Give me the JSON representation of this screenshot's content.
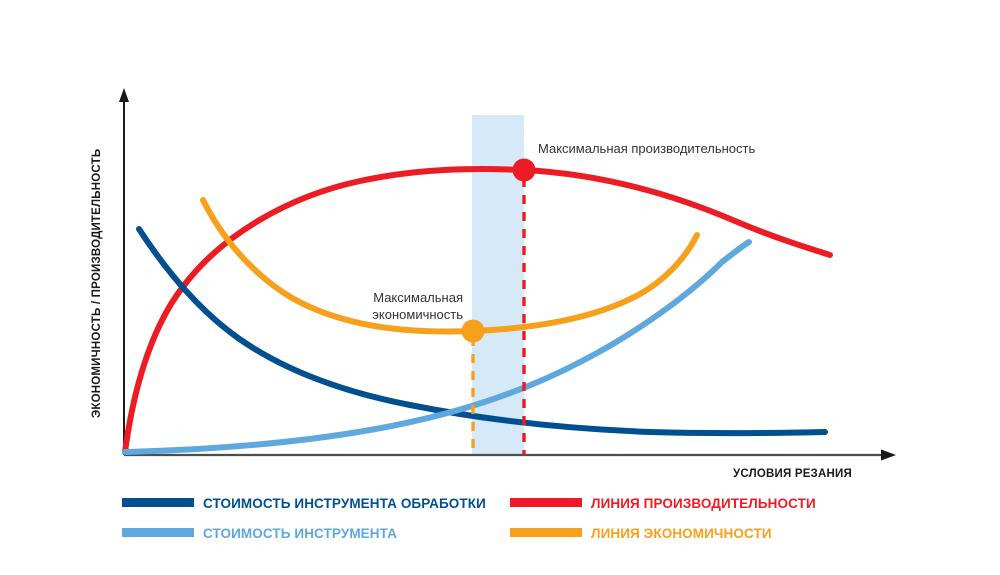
{
  "chart_data": {
    "type": "line",
    "title": "",
    "xlabel": "УСЛОВИЯ РЕЗАНИЯ",
    "ylabel": "ЭКОНОМИЧНОСТЬ / ПРОИЗВОДИТЕЛЬНОСТЬ",
    "xlim": [
      0,
      100
    ],
    "ylim": [
      0,
      100
    ],
    "grid": false,
    "legend_position": "bottom",
    "axes_style": "arrow-axes-no-ticks",
    "series": [
      {
        "name": "СТОИМОСТЬ ИНСТРУМЕНТА ОБРАБОТКИ",
        "color": "#00508F",
        "shape": "decaying-convex",
        "x": [
          2,
          8,
          16,
          26,
          38,
          50,
          62,
          74,
          86,
          100
        ],
        "values": [
          62,
          51,
          41,
          32,
          25,
          20,
          16,
          13.5,
          12,
          11.5
        ]
      },
      {
        "name": "СТОИМОСТЬ ИНСТРУМЕНТА",
        "color": "#5FA8DE",
        "shape": "rising-convex",
        "x": [
          0,
          12,
          24,
          36,
          48,
          58,
          68,
          76,
          84,
          89
        ],
        "values": [
          1,
          2,
          4,
          7,
          12,
          18,
          27,
          40,
          56,
          69
        ]
      },
      {
        "name": "ЛИНИЯ ПРОИЗВОДИТЕЛЬНОСТИ",
        "color": "#EC1C24",
        "shape": "concave-peak",
        "x": [
          0,
          6,
          14,
          24,
          34,
          44,
          52,
          60,
          70,
          80,
          90,
          98
        ],
        "values": [
          0,
          30,
          52,
          67,
          76,
          81,
          83,
          82.5,
          80,
          75,
          69,
          63
        ]
      },
      {
        "name": "ЛИНИЯ ЭКОНОМИЧНОСТИ",
        "color": "#F7A01C",
        "shape": "convex-minimum",
        "x": [
          10,
          18,
          26,
          34,
          42,
          47,
          54,
          62,
          70,
          78
        ],
        "values": [
          78,
          64,
          52,
          43,
          37,
          35,
          35.5,
          39,
          50,
          64
        ]
      }
    ],
    "markers": [
      {
        "name": "Максимальная производительность",
        "label_lines": [
          "Максимальная производительность"
        ],
        "color": "#EC1C24",
        "x": 52,
        "y": 83,
        "dashed_dropline": true
      },
      {
        "name": "Максимальная экономичность",
        "label_lines": [
          "Максимальная",
          "экономичность"
        ],
        "color": "#F7A01C",
        "x": 45.5,
        "y": 35,
        "dashed_dropline": true
      }
    ],
    "shaded_band": {
      "name": "optimal-zone",
      "color": "#D6E9F8",
      "x_start": 45.5,
      "x_end": 52
    }
  },
  "axes": {
    "y_label": "ЭКОНОМИЧНОСТЬ / ПРОИЗВОДИТЕЛЬНОСТЬ",
    "x_label": "УСЛОВИЯ РЕЗАНИЯ",
    "axis_color": "#1a1a1a"
  },
  "annotations": {
    "max_performance": "Максимальная производительность",
    "max_economy_line1": "Максимальная",
    "max_economy_line2": "экономичность"
  },
  "legend": {
    "items": [
      {
        "label": "СТОИМОСТЬ ИНСТРУМЕНТА ОБРАБОТКИ",
        "color": "#00508F"
      },
      {
        "label": "СТОИМОСТЬ ИНСТРУМЕНТА",
        "color": "#5FA8DE"
      },
      {
        "label": "ЛИНИЯ ПРОИЗВОДИТЕЛЬНОСТИ",
        "color": "#EC1C24"
      },
      {
        "label": "ЛИНИЯ ЭКОНОМИЧНОСТИ",
        "color": "#F7A01C"
      }
    ]
  },
  "colors": {
    "dark_blue": "#00508F",
    "light_blue": "#5FA8DE",
    "red": "#EC1C24",
    "orange": "#F7A01C",
    "band": "#D6E9F8",
    "axis": "#1a1a1a",
    "annotation_text": "#333333",
    "background": "#ffffff"
  }
}
